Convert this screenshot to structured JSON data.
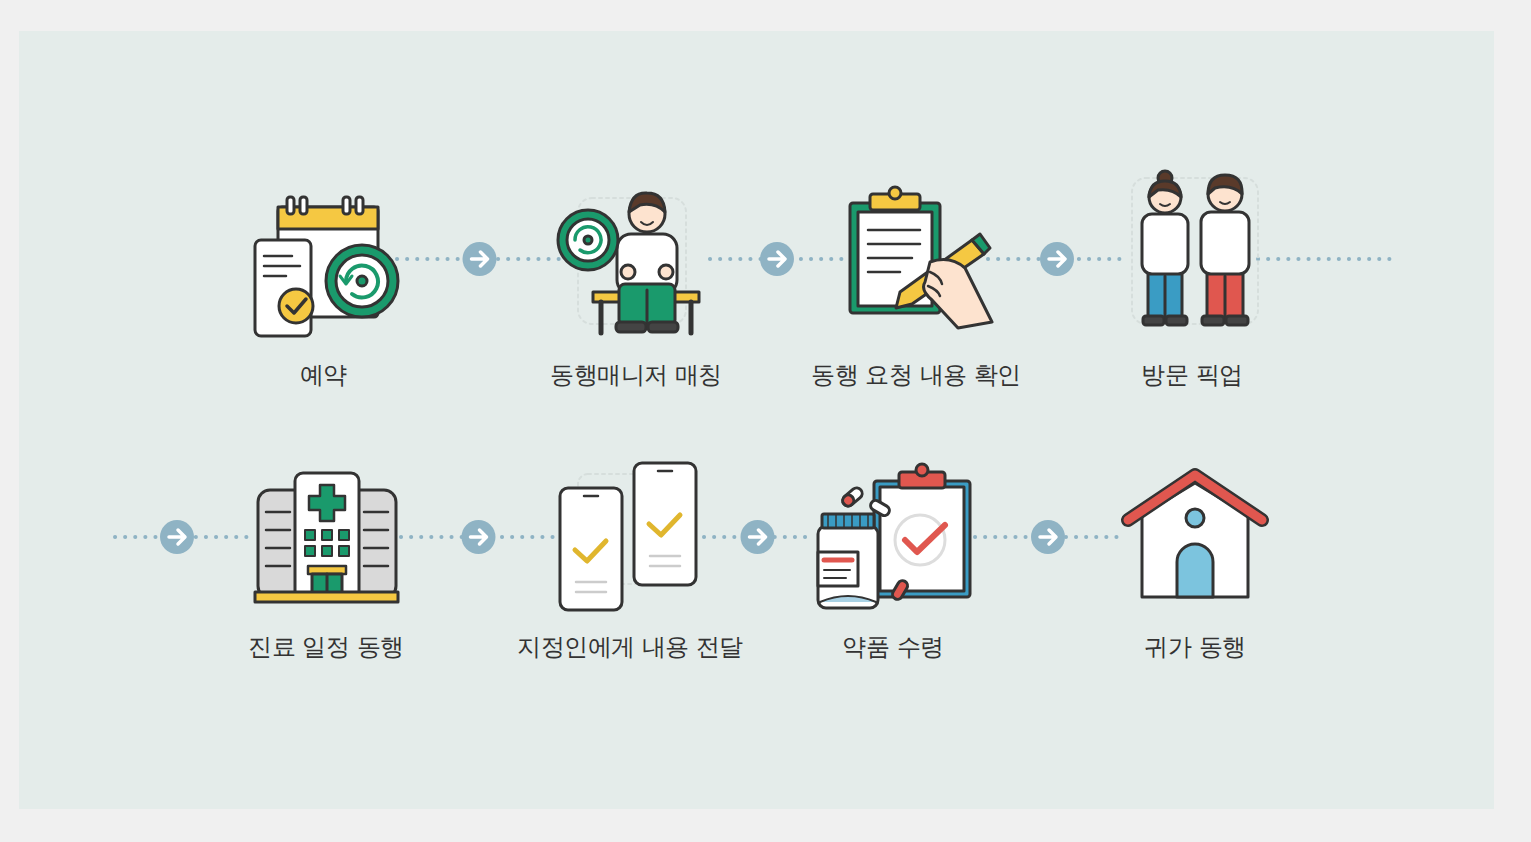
{
  "diagram": {
    "nodes": [
      {
        "text": [
          "예약"
        ]
      },
      {
        "text": [
          "동행매니저 매칭"
        ]
      },
      {
        "text": [
          "동행 요청 내용 확인"
        ]
      },
      {
        "text": [
          "방문 픽업"
        ]
      },
      {
        "text": [
          "진료 일정 동행"
        ]
      },
      {
        "text": [
          "지정인에게 내용 전달"
        ]
      },
      {
        "text": [
          "약품 수령"
        ]
      },
      {
        "text": [
          "귀가 동행"
        ]
      }
    ],
    "edges": [
      {
        "from": 0,
        "to": 1,
        "arrow": "to"
      },
      {
        "from": 1,
        "to": 2,
        "arrow": "to"
      },
      {
        "from": 2,
        "to": 3,
        "arrow": "to"
      },
      {
        "from": 3,
        "to": 4,
        "arrow": "to"
      },
      {
        "from": 4,
        "to": 5,
        "arrow": "to"
      },
      {
        "from": 5,
        "to": 6,
        "arrow": "to"
      },
      {
        "from": 6,
        "to": 7,
        "arrow": "to"
      }
    ]
  }
}
